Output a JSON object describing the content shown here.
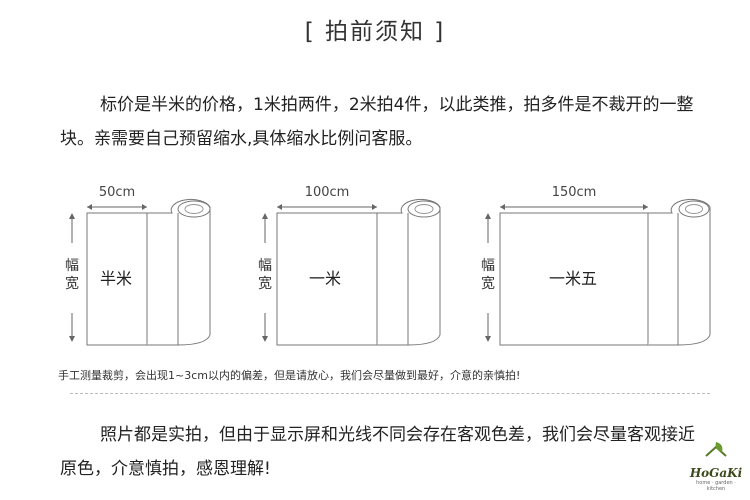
{
  "title": "[ 拍前须知 ]",
  "intro": "标价是半米的价格，1米拍两件，2米拍4件，以此类推，拍多件是不裁开的一整块。亲需要自己预留缩水,具体缩水比例问客服。",
  "rolls": [
    {
      "width_label": "50cm",
      "label": "半米"
    },
    {
      "width_label": "100cm",
      "label": "一米"
    },
    {
      "width_label": "150cm",
      "label": "一米五"
    }
  ],
  "height_label": "幅宽",
  "note": "手工测量裁剪，会出现1~3cm以内的偏差，但是请放心，我们会尽量做到最好，介意的亲慎拍!",
  "photo_note": "照片都是实拍，但由于显示屏和光线不同会存在客观色差，我们会尽量客观接近原色，介意慎拍，感恩理解!",
  "logo": {
    "name": "HoGaKi",
    "tagline": "home · garden · kitchen"
  }
}
